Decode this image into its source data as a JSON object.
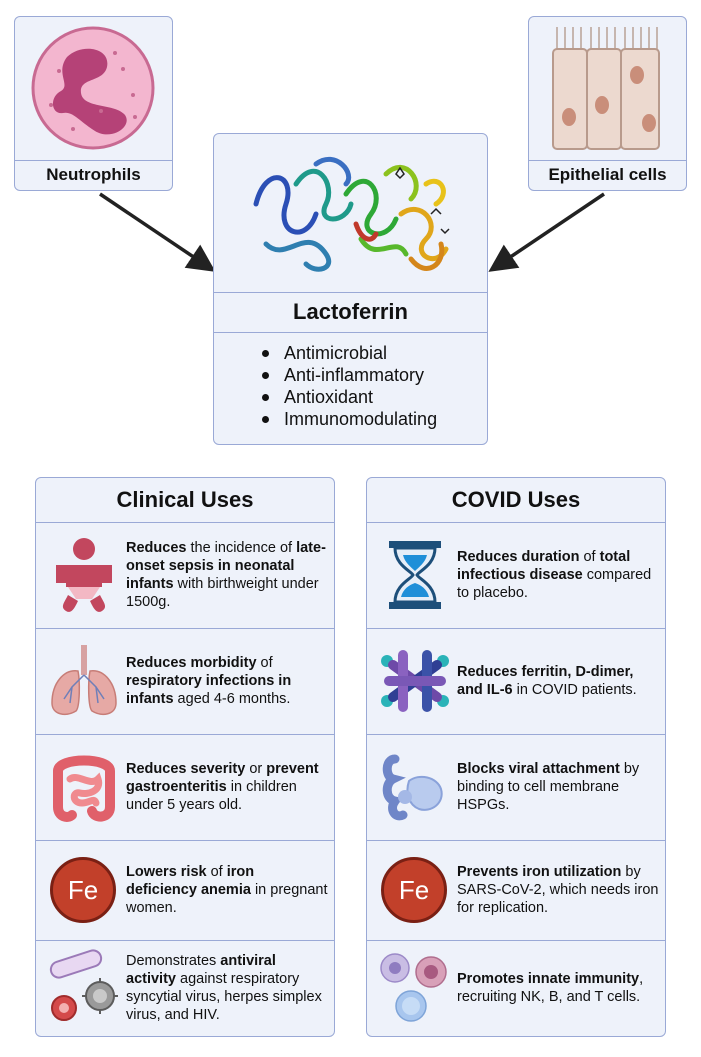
{
  "sources": {
    "neutrophils": "Neutrophils",
    "epithelial": "Epithelial cells"
  },
  "lactoferrin": {
    "title": "Lactoferrin",
    "properties": [
      "Antimicrobial",
      "Anti-inflammatory",
      "Antioxidant",
      "Immunomodulating"
    ]
  },
  "clinical": {
    "title": "Clinical Uses",
    "items": [
      {
        "icon": "infant-icon",
        "parts": [
          [
            "Reduces",
            true
          ],
          [
            " the incidence of ",
            false
          ],
          [
            "late-onset sepsis in neonatal infants",
            true
          ],
          [
            " with birthweight under 1500g.",
            false
          ]
        ]
      },
      {
        "icon": "lungs-icon",
        "parts": [
          [
            "Reduces morbidity",
            true
          ],
          [
            " of ",
            false
          ],
          [
            "respiratory infections in infants",
            true
          ],
          [
            " aged 4-6 months.",
            false
          ]
        ]
      },
      {
        "icon": "intestine-icon",
        "parts": [
          [
            "Reduces severity",
            true
          ],
          [
            " or ",
            false
          ],
          [
            "prevent gastroenteritis",
            true
          ],
          [
            " in children under 5 years old.",
            false
          ]
        ]
      },
      {
        "icon": "iron-icon",
        "fe": "Fe",
        "parts": [
          [
            "Lowers risk",
            true
          ],
          [
            " of ",
            false
          ],
          [
            "iron deficiency anemia",
            true
          ],
          [
            " in pregnant women.",
            false
          ]
        ]
      },
      {
        "icon": "virus-icon",
        "parts": [
          [
            "Demonstrates ",
            false
          ],
          [
            "antiviral activity",
            true
          ],
          [
            " against respiratory syncytial virus, herpes simplex virus, and HIV.",
            false
          ]
        ]
      }
    ]
  },
  "covid": {
    "title": "COVID Uses",
    "items": [
      {
        "icon": "hourglass-icon",
        "parts": [
          [
            "Reduces duration",
            true
          ],
          [
            " of ",
            false
          ],
          [
            "total infectious disease",
            true
          ],
          [
            " compared to placebo.",
            false
          ]
        ]
      },
      {
        "icon": "protein-complex-icon",
        "parts": [
          [
            "Reduces ferritin, D-dimer, and IL-6",
            true
          ],
          [
            " in COVID patients.",
            false
          ]
        ]
      },
      {
        "icon": "hspg-icon",
        "parts": [
          [
            "Blocks viral attachment",
            true
          ],
          [
            " by binding to cell membrane HSPGs.",
            false
          ]
        ]
      },
      {
        "icon": "iron-icon",
        "fe": "Fe",
        "parts": [
          [
            "Prevents iron utilization",
            true
          ],
          [
            " by SARS-CoV-2, which needs iron for replication.",
            false
          ]
        ]
      },
      {
        "icon": "immune-cells-icon",
        "parts": [
          [
            "Promotes innate immunity",
            true
          ],
          [
            ", recruiting NK, B, and T cells.",
            false
          ]
        ]
      }
    ]
  },
  "colors": {
    "box_fill": "#eef2fa",
    "box_border": "#9aa9d6",
    "iron_red": "#c2402a"
  }
}
